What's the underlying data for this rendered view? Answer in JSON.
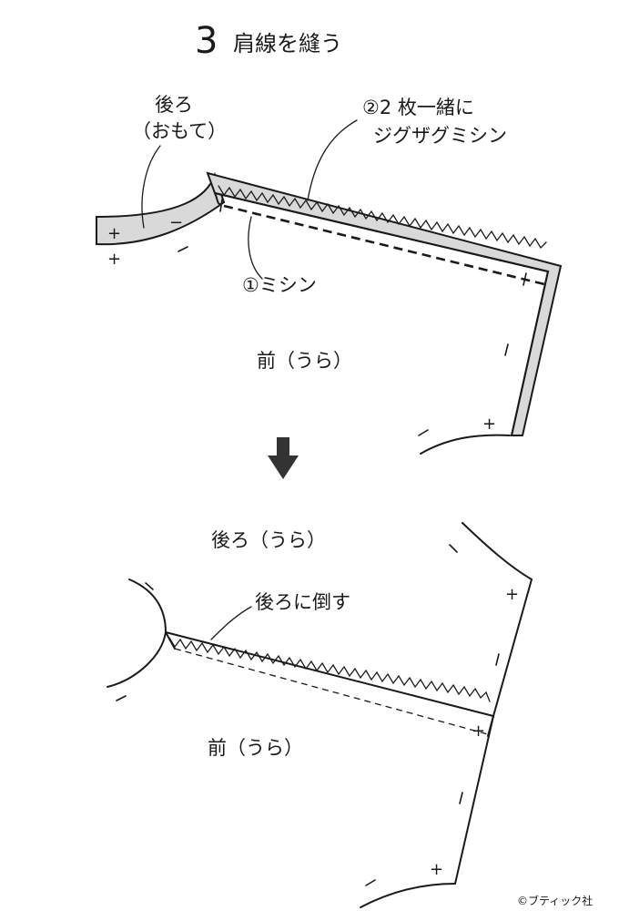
{
  "step": {
    "number": "3",
    "title": "肩線を縫う"
  },
  "diagram_top": {
    "back_label_line1": "後ろ",
    "back_label_line2": "（おもて）",
    "zigzag_label_line1": "②2 枚一緒に",
    "zigzag_label_line2": "ジグザグミシン",
    "stitch_label": "①ミシン",
    "front_label": "前（うら）"
  },
  "diagram_bottom": {
    "back_label": "後ろ（うら）",
    "press_label": "後ろに倒す",
    "front_label": "前（うら）"
  },
  "marks": {
    "plus": "+",
    "minus": "−"
  },
  "credit": "©ブティック社",
  "colors": {
    "ink": "#1a1a1a",
    "fill_gray": "#d9d9d9",
    "paper": "#ffffff"
  }
}
